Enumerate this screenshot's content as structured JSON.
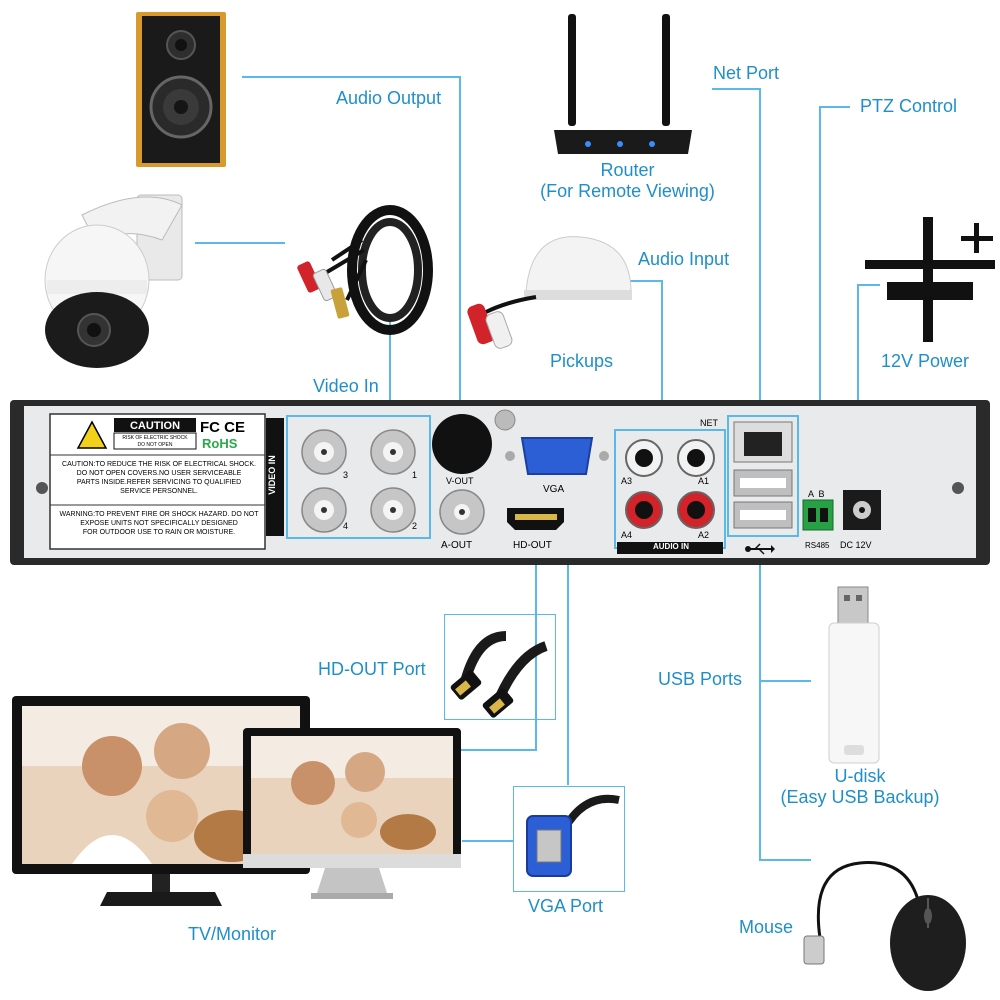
{
  "callouts": {
    "audio_output": "Audio Output",
    "router": "Router",
    "router_sub": "(For Remote Viewing)",
    "net_port": "Net Port",
    "ptz_control": "PTZ Control",
    "audio_input": "Audio Input",
    "pickups": "Pickups",
    "power": "12V Power",
    "video_in": "Video In",
    "hd_out_port": "HD-OUT Port",
    "usb_ports": "USB Ports",
    "udisk": "U-disk",
    "udisk_sub": "(Easy USB Backup)",
    "vga_port": "VGA Port",
    "tv_monitor": "TV/Monitor",
    "mouse": "Mouse"
  },
  "panel": {
    "caution": "CAUTION",
    "risk": "RISK OF ELECTRIC SHOCK",
    "do_not_open": "DO NOT OPEN",
    "fcc": "FC CE",
    "rohs": "RoHS",
    "warn1": "CAUTION:TO REDUCE THE RISK OF ELECTRICAL SHOCK.",
    "warn2": "DO NOT OPEN COVERS.NO USER SERVICEABLE",
    "warn3": "PARTS INSIDE.REFER SERVICING TO QUALIFIED",
    "warn4": "SERVICE PERSONNEL.",
    "warn5": "WARNING:TO PREVENT FIRE OR SHOCK HAZARD. DO NOT",
    "warn6": "EXPOSE UNITS NOT SPECIFICALLY DESIGNED",
    "warn7": "FOR OUTDOOR USE TO RAIN OR MOISTURE.",
    "video_in": "VIDEO IN",
    "ch3": "3",
    "ch1": "1",
    "ch4": "4",
    "ch2": "2",
    "vout": "V-OUT",
    "aout": "A-OUT",
    "vga": "VGA",
    "hdout": "HD-OUT",
    "net": "NET",
    "a3": "A3",
    "a1": "A1",
    "a4": "A4",
    "a2": "A2",
    "audio_in": "AUDIO IN",
    "a_b": "A  B",
    "rs485": "RS485",
    "dc12v": "DC 12V"
  },
  "colors": {
    "accent_line": "#5ab9e8",
    "label_text": "#1f8fc9",
    "panel_body": "#2a2a2a",
    "panel_face": "#e9eaec"
  }
}
